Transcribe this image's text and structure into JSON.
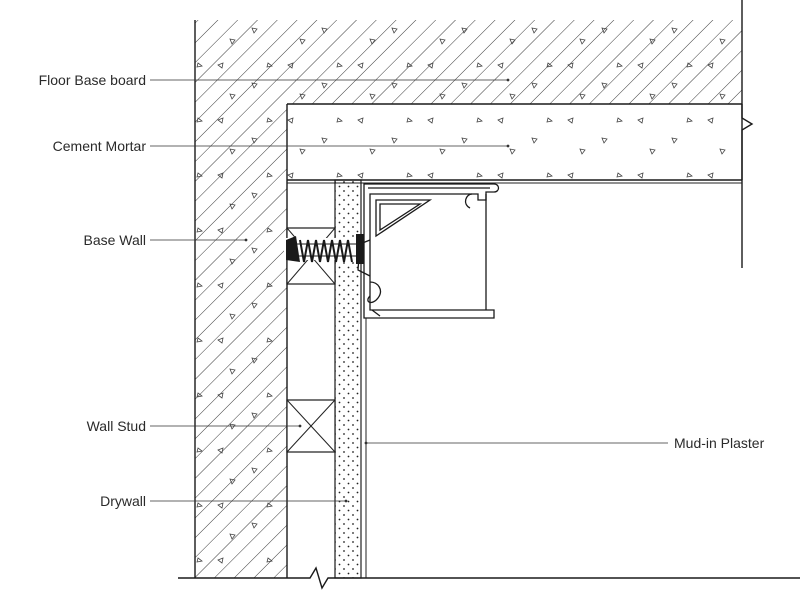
{
  "labels": {
    "floor_base_board": "Floor Base board",
    "cement_mortar": "Cement Mortar",
    "base_wall": "Base Wall",
    "wall_stud": "Wall Stud",
    "drywall": "Drywall",
    "mud_in_plaster": "Mud-in Plaster"
  },
  "colors": {
    "line": "#1a1a1a",
    "hatch": "#3a3a3a",
    "background": "#ffffff"
  }
}
